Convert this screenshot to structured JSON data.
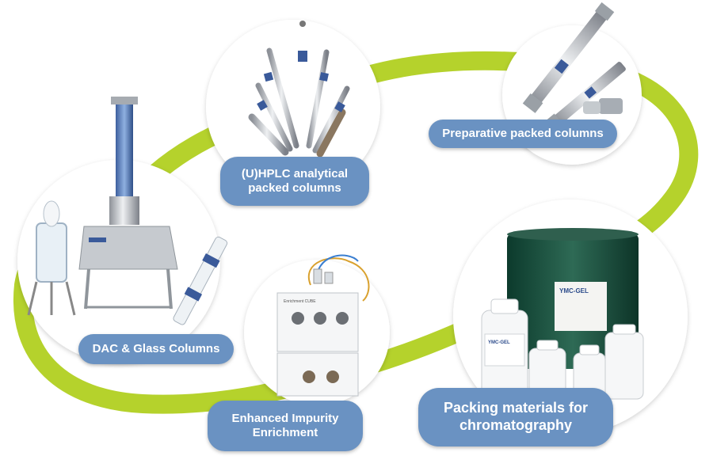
{
  "colors": {
    "ring": "#b5d22c",
    "label_bg": "#6a92c2",
    "label_text": "#ffffff",
    "circle_fill": "#ffffff"
  },
  "labels": {
    "hplc": [
      "(U)HPLC analytical",
      "packed columns"
    ],
    "prep": "Preparative packed columns",
    "dac": "DAC & Glass Columns",
    "enrich": [
      "Enhanced Impurity",
      "Enrichment"
    ],
    "pack": [
      "Packing materials for",
      "chromatography"
    ]
  },
  "brand_marks": {
    "drum_label": "YMC-GEL",
    "bottle_label": "YMC-GEL",
    "system_label": "Enrichment CUBE"
  }
}
